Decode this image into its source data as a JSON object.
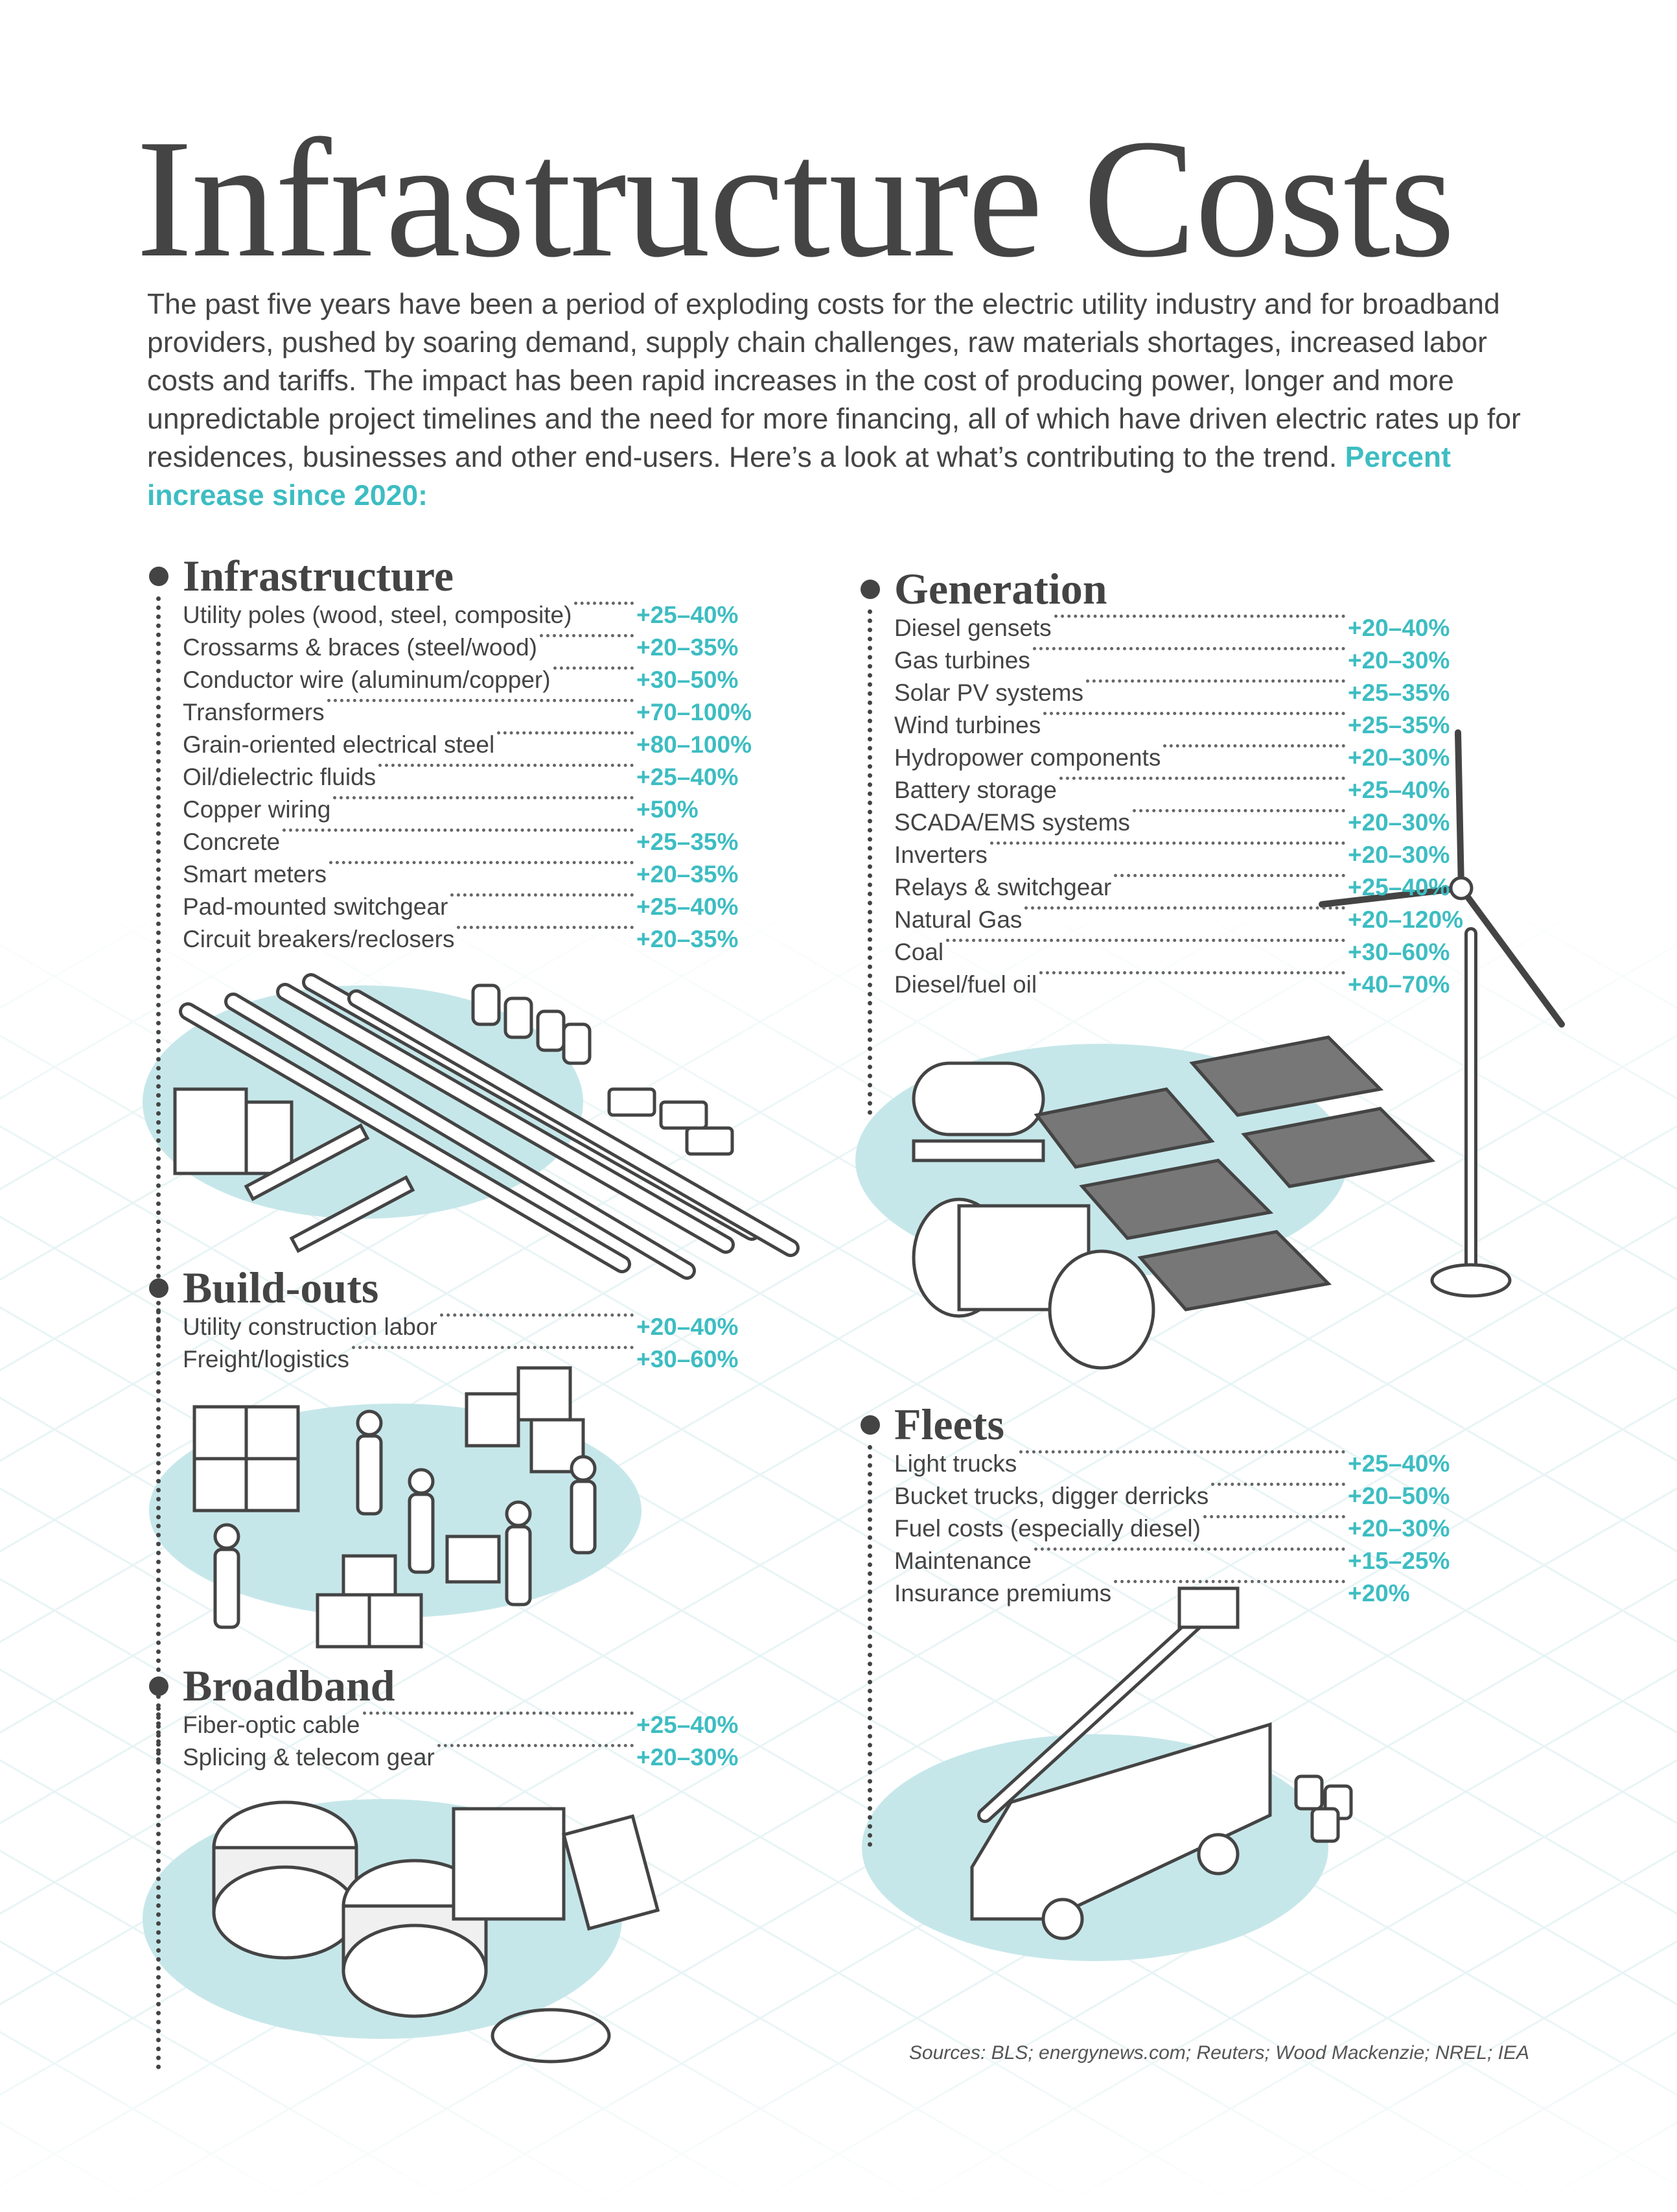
{
  "title": "Infrastructure Costs",
  "intro": {
    "text": "The past five years have been a period of exploding costs for the electric utility industry and for broad­band providers, pushed by soaring demand, supply chain challenges, raw materials shortages, increased labor costs and tariffs. The impact has been rapid increases in the cost of producing power, longer and more unpredictable project timelines and the need for more financing, all of which have driven electric rates up for residences, businesses and other end-users. Here’s a look at what’s contrib­uting to the trend.",
    "highlight": "Percent increase since 2020:"
  },
  "colors": {
    "accent": "#3dbdc2",
    "text": "#444444",
    "blob": "#c6e7ea"
  },
  "sections": {
    "infrastructure": {
      "title": "Infrastructure",
      "items": [
        {
          "label": "Utility poles (wood, steel, composite)",
          "value": "+25–40%"
        },
        {
          "label": "Crossarms & braces (steel/wood)",
          "value": "+20–35%"
        },
        {
          "label": "Conductor wire (aluminum/copper)",
          "value": "+30–50%"
        },
        {
          "label": "Transformers",
          "value": "+70–100%"
        },
        {
          "label": "Grain-oriented electrical steel",
          "value": "+80–100%"
        },
        {
          "label": "Oil/dielectric fluids",
          "value": "+25–40%"
        },
        {
          "label": "Copper wiring",
          "value": "+50%"
        },
        {
          "label": "Concrete",
          "value": "+25–35%"
        },
        {
          "label": "Smart meters",
          "value": "+20–35%"
        },
        {
          "label": "Pad-mounted switchgear",
          "value": "+25–40%"
        },
        {
          "label": "Circuit breakers/reclosers",
          "value": "+20–35%"
        }
      ]
    },
    "generation": {
      "title": "Generation",
      "items": [
        {
          "label": "Diesel gensets",
          "value": "+20–40%"
        },
        {
          "label": "Gas turbines",
          "value": "+20–30%"
        },
        {
          "label": "Solar PV systems",
          "value": "+25–35%"
        },
        {
          "label": "Wind turbines",
          "value": "+25–35%"
        },
        {
          "label": "Hydropower components",
          "value": "+20–30%"
        },
        {
          "label": "Battery storage",
          "value": "+25–40%"
        },
        {
          "label": "SCADA/EMS systems",
          "value": "+20–30%"
        },
        {
          "label": "Inverters",
          "value": "+20–30%"
        },
        {
          "label": "Relays & switchgear",
          "value": "+25–40%"
        },
        {
          "label": "Natural Gas",
          "value": "+20–120%"
        },
        {
          "label": "Coal",
          "value": "+30–60%"
        },
        {
          "label": "Diesel/fuel oil",
          "value": "+40–70%"
        }
      ]
    },
    "buildouts": {
      "title": "Build-outs",
      "items": [
        {
          "label": "Utility construction labor",
          "value": "+20–40%"
        },
        {
          "label": "Freight/logistics",
          "value": "+30–60%"
        }
      ]
    },
    "broadband": {
      "title": "Broadband",
      "items": [
        {
          "label": "Fiber-optic cable",
          "value": "+25–40%"
        },
        {
          "label": "Splicing & telecom gear",
          "value": "+20–30%"
        }
      ]
    },
    "fleets": {
      "title": "Fleets",
      "items": [
        {
          "label": "Light trucks",
          "value": "+25–40%"
        },
        {
          "label": "Bucket trucks, digger derricks",
          "value": "+20–50%"
        },
        {
          "label": "Fuel costs (especially diesel)",
          "value": "+20–30%"
        },
        {
          "label": "Maintenance",
          "value": "+15–25%"
        },
        {
          "label": "Insurance premiums",
          "value": "+20%"
        }
      ]
    }
  },
  "sources": "Sources: BLS; energynews.com; Reuters; Wood Mackenzie; NREL; IEA"
}
